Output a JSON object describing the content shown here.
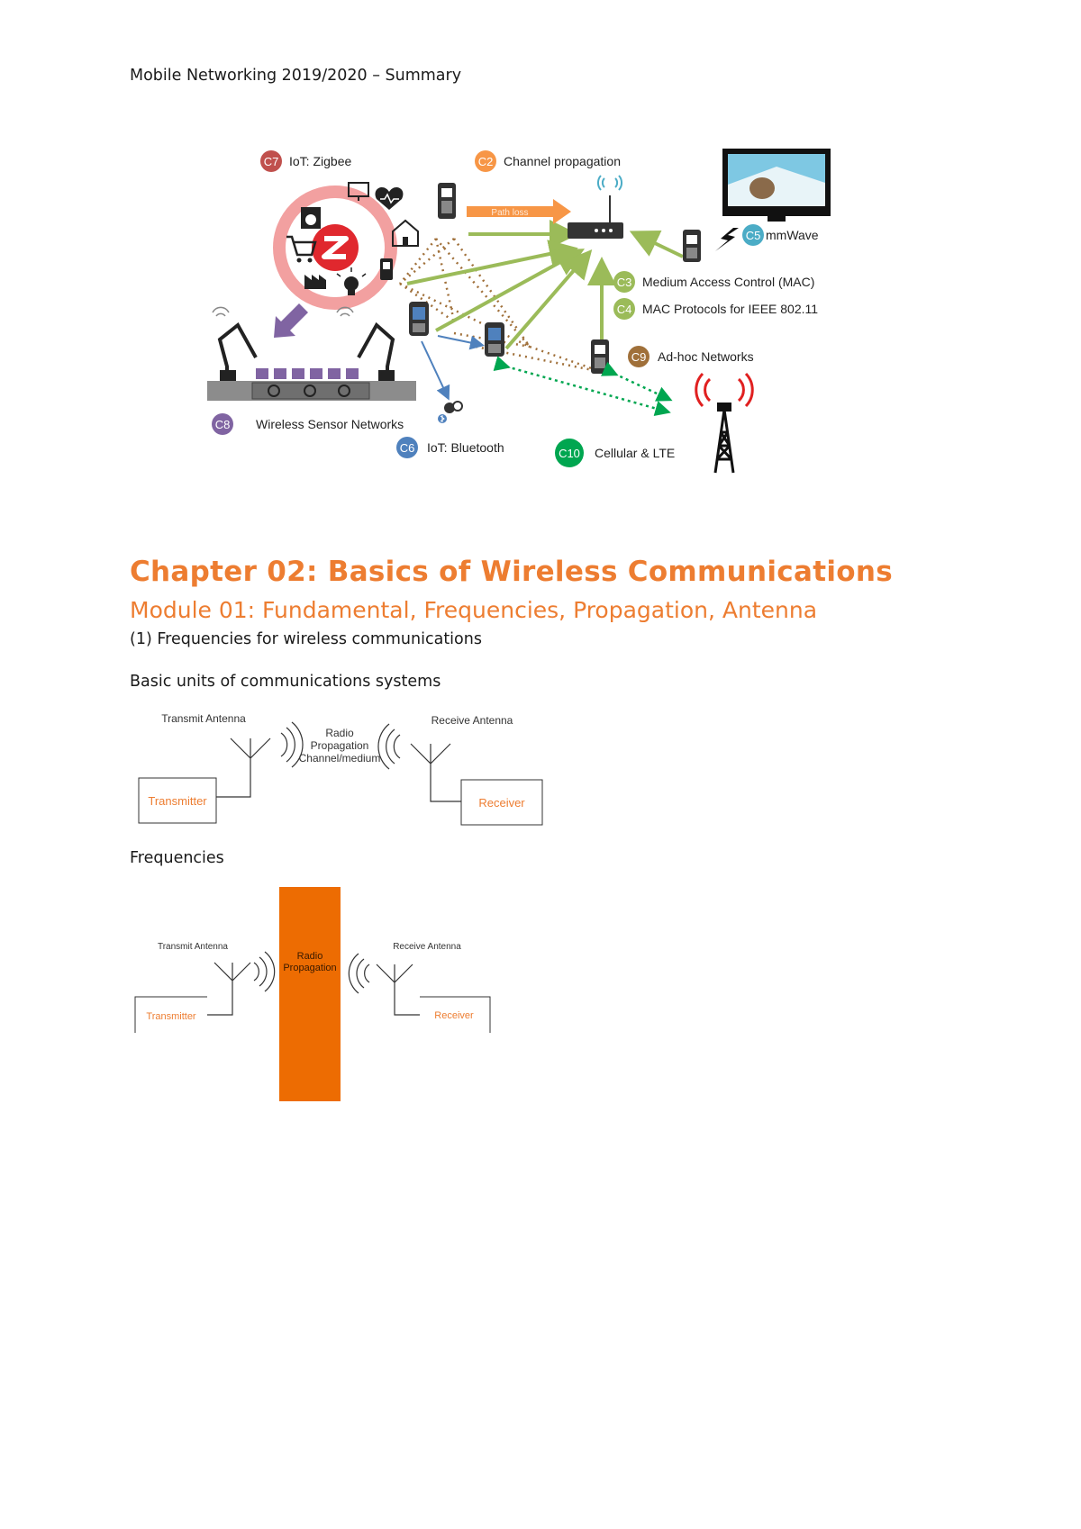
{
  "header": {
    "running_title": "Mobile Networking 2019/2020 – Summary"
  },
  "overview_figure": {
    "labels": {
      "c7_badge": "C7",
      "c7_text": "IoT: Zigbee",
      "c2_badge": "C2",
      "c2_text": "Channel propagation",
      "path_loss": "Path loss",
      "c5_badge": "C5",
      "c5_text": "mmWave",
      "c3_badge": "C3",
      "c3_text": "Medium Access Control (MAC)",
      "c4_badge": "C4",
      "c4_text": "MAC Protocols for IEEE 802.11",
      "c9_badge": "C9",
      "c9_text": "Ad-hoc Networks",
      "c8_badge": "C8",
      "c8_text": "Wireless Sensor Networks",
      "c6_badge": "C6",
      "c6_text": "IoT: Bluetooth",
      "c10_badge": "C10",
      "c10_text": "Cellular & LTE"
    },
    "colors": {
      "c7": "#c0504d",
      "c2": "#f79646",
      "c5": "#4bacc6",
      "c3": "#9bbb59",
      "c9": "#a0703a",
      "c8": "#8064a2",
      "c6": "#4f81bd",
      "c10": "#00a650"
    }
  },
  "chapter": {
    "title": "Chapter 02: Basics of Wireless Communications",
    "module": "Module 01: Fundamental, Frequencies, Propagation, Antenna",
    "section": "(1) Frequencies for wireless communications"
  },
  "basic_units": {
    "heading": "Basic units of communications systems",
    "transmit_antenna": "Transmit Antenna",
    "receive_antenna": "Receive Antenna",
    "channel_line1": "Radio",
    "channel_line2": "Propagation",
    "channel_line3": "Channel/medium",
    "transmitter": "Transmitter",
    "receiver": "Receiver"
  },
  "frequencies": {
    "heading": "Frequencies",
    "transmit_antenna": "Transmit Antenna",
    "receive_antenna": "Receive Antenna",
    "channel_line1": "Radio",
    "channel_line2": "Propagation",
    "transmitter": "Transmitter",
    "receiver": "Receiver",
    "bar_color": "#ed6c02"
  }
}
